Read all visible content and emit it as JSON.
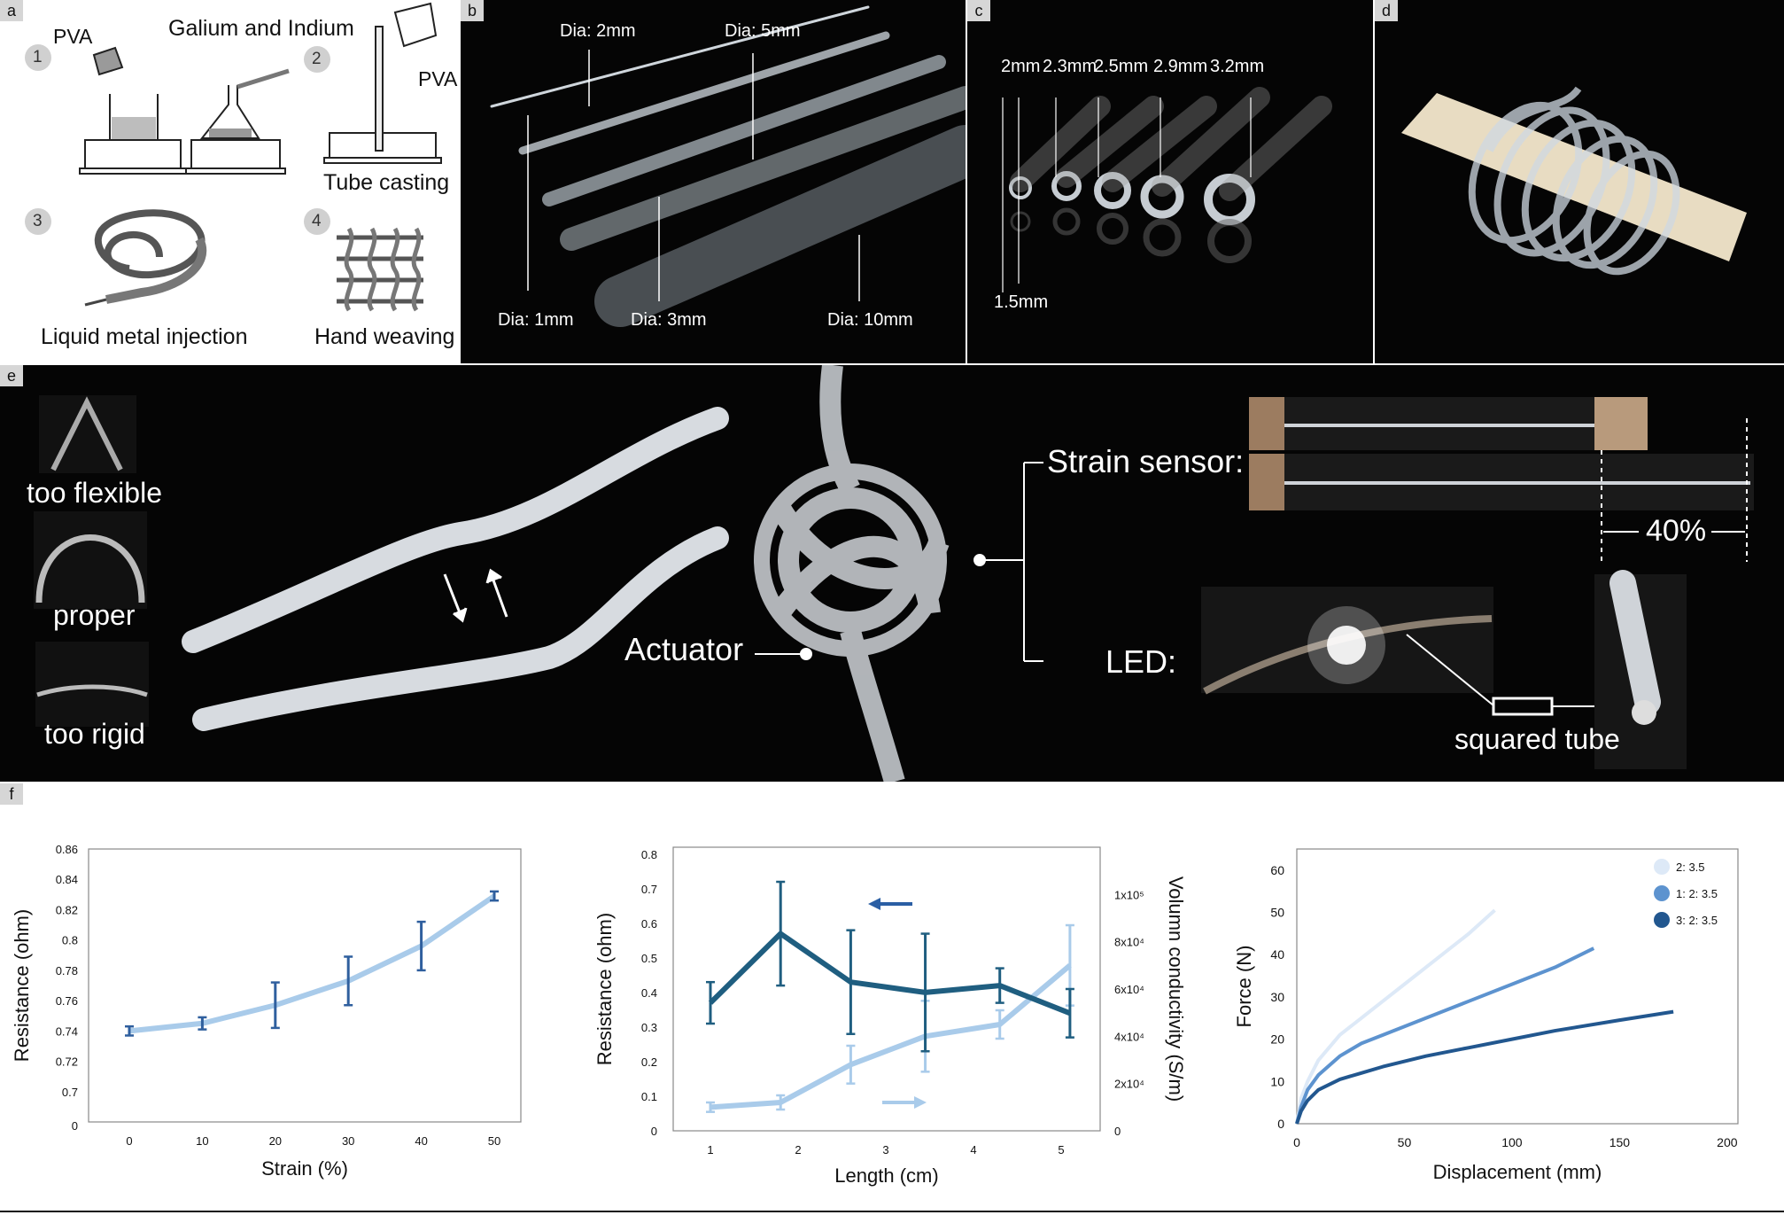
{
  "panels": {
    "a": {
      "label": "a",
      "title": "Galium and Indium",
      "pva1": "PVA",
      "pva2": "PVA",
      "steps": [
        "1",
        "2",
        "3",
        "4"
      ],
      "tube_casting": "Tube casting",
      "injection": "Liquid metal injection",
      "weaving": "Hand weaving"
    },
    "b": {
      "label": "b",
      "dia_2": "Dia: 2mm",
      "dia_5": "Dia: 5mm",
      "dia_1": "Dia: 1mm",
      "dia_3": "Dia: 3mm",
      "dia_10": "Dia: 10mm"
    },
    "c": {
      "label": "c",
      "sizes": [
        "2mm",
        "2.3mm",
        "2.5mm",
        "2.9mm",
        "3.2mm"
      ],
      "size_small": "1.5mm"
    },
    "d": {
      "label": "d"
    },
    "e": {
      "label": "e",
      "too_flexible": "too flexible",
      "proper": "proper",
      "too_rigid": "too rigid",
      "actuator": "Actuator",
      "strain_sensor": "Strain sensor:",
      "percent": "40%",
      "led": "LED:",
      "squared_tube": "squared tube"
    },
    "f": {
      "label": "f"
    }
  },
  "chart_data": [
    {
      "type": "line",
      "x": [
        0,
        10,
        20,
        30,
        40,
        50
      ],
      "series": [
        {
          "values": [
            0.74,
            0.745,
            0.757,
            0.773,
            0.796,
            0.829
          ],
          "errors": [
            0.003,
            0.004,
            0.015,
            0.016,
            0.016,
            0.003
          ]
        }
      ],
      "xlabel": "Strain (%)",
      "ylabel": "Resistance (ohm)",
      "xticks": [
        "0",
        "10",
        "20",
        "30",
        "40",
        "50"
      ],
      "yticks": [
        "0",
        "0.7",
        "0.72",
        "0.74",
        "0.76",
        "0.78",
        "0.8",
        "0.82",
        "0.84",
        "0.86"
      ],
      "ylim": [
        0.68,
        0.86
      ],
      "colors": {
        "line": "#a9cbea",
        "error": "#2f5f9e"
      }
    },
    {
      "type": "line",
      "x": [
        1,
        1.8,
        2.6,
        3.45,
        4.3,
        5.1
      ],
      "series": [
        {
          "axis": "left",
          "values": [
            0.37,
            0.57,
            0.43,
            0.4,
            0.42,
            0.34
          ],
          "errors": [
            0.06,
            0.15,
            0.15,
            0.17,
            0.05,
            0.07
          ]
        },
        {
          "axis": "right",
          "values": [
            10000,
            12000,
            28000,
            40000,
            45000,
            70000
          ],
          "errors": [
            2000,
            3000,
            8000,
            15000,
            6000,
            17000
          ]
        }
      ],
      "xlabel": "Length (cm)",
      "ylabel": "Resistance (ohm)",
      "ylabel_right": "Volumn conductivity (S/m)",
      "xticks": [
        "1",
        "2",
        "3",
        "4",
        "5"
      ],
      "yticks": [
        "0",
        "0.1",
        "0.2",
        "0.3",
        "0.4",
        "0.5",
        "0.6",
        "0.7",
        "0.8"
      ],
      "yticks_right": [
        "0",
        "2x10⁴",
        "4x10⁴",
        "6x10⁴",
        "8x10⁴",
        "1x10⁵"
      ],
      "ylim": [
        0,
        0.82
      ],
      "ylim_right": [
        0,
        120000
      ],
      "colors": {
        "left": "#1f5e80",
        "right": "#a9cbea",
        "arrow_left": "#2b5fa4",
        "arrow_right": "#a9cbea"
      }
    },
    {
      "type": "line",
      "xlabel": "Displacement (mm)",
      "ylabel": "Force (N)",
      "xticks": [
        "0",
        "50",
        "100",
        "150",
        "200"
      ],
      "yticks": [
        "0",
        "10",
        "20",
        "30",
        "40",
        "50",
        "60"
      ],
      "xlim": [
        0,
        205
      ],
      "ylim": [
        0,
        65
      ],
      "legend_position": "top-right",
      "series": [
        {
          "name": "2: 3.5",
          "color": "#dde9f7",
          "x": [
            0,
            2,
            5,
            10,
            20,
            30,
            40,
            50,
            60,
            70,
            80,
            92
          ],
          "values": [
            0,
            6,
            10,
            15,
            21,
            25,
            29,
            33,
            37,
            41,
            45,
            50.5
          ]
        },
        {
          "name": "1: 2: 3.5",
          "color": "#5d93cf",
          "x": [
            0,
            2,
            5,
            10,
            20,
            30,
            40,
            60,
            80,
            100,
            120,
            138
          ],
          "values": [
            0,
            4,
            8,
            11.5,
            16,
            19,
            21,
            25,
            29,
            33,
            37,
            41.5
          ]
        },
        {
          "name": "3: 2: 3.5",
          "color": "#22578f",
          "x": [
            0,
            2,
            5,
            10,
            20,
            30,
            40,
            60,
            80,
            100,
            120,
            150,
            175
          ],
          "values": [
            0,
            3,
            5.5,
            8,
            10.5,
            12,
            13.5,
            16,
            18,
            20,
            22,
            24.5,
            26.5
          ]
        }
      ]
    }
  ]
}
